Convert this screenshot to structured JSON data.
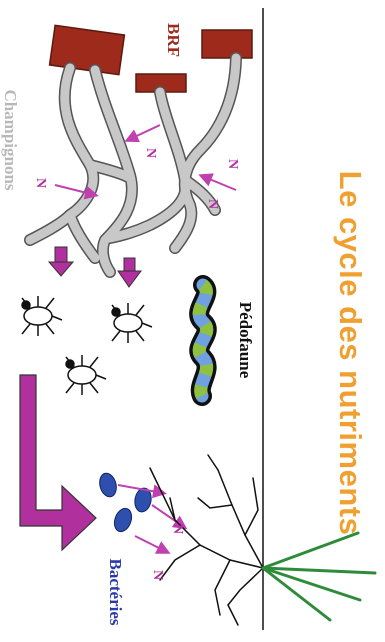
{
  "title": "Le cycle des nutriments",
  "labels": {
    "brf": "BRF",
    "champignons": "Champignons",
    "pedofaune": "Pédofaune",
    "bacteries": "Bactéries"
  },
  "nutrient_symbol": "N",
  "colors": {
    "title": "#f0a030",
    "brf": "#9e2a1c",
    "fungi": "#c8c8c8",
    "nutrient_arrow": "#c040b0",
    "big_arrow": "#b0309e",
    "bacteria": "#2f4fae",
    "plant_leaves": "#2e8b3a",
    "roots": "#111111",
    "worm_blue": "#6fa0e0",
    "worm_green": "#8fc040"
  }
}
